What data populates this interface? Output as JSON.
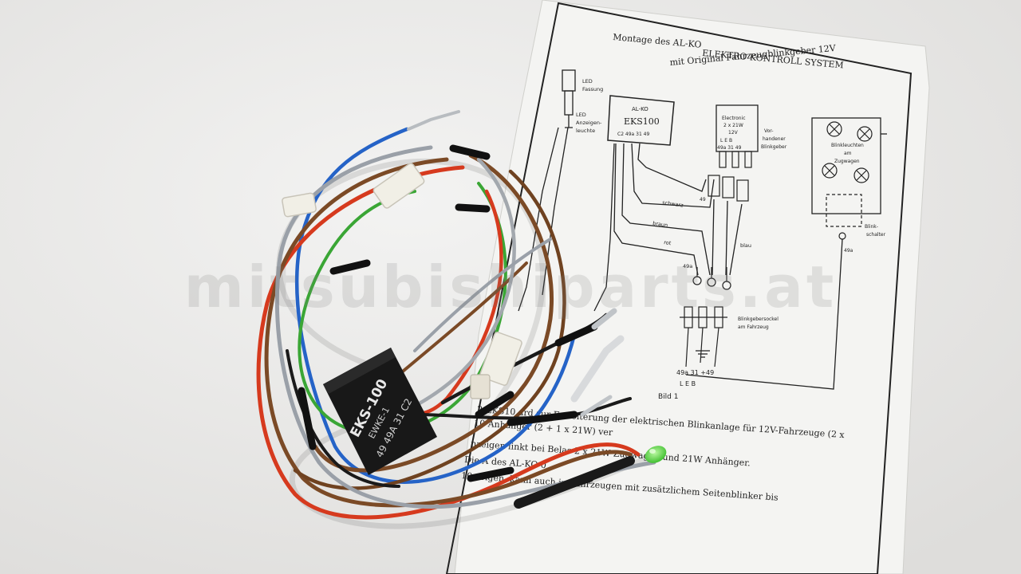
{
  "diagram": {
    "heading_left": "Montage des AL-KO",
    "heading_title": "ELEKTRO KONTROLL SYSTEM",
    "heading_sub": "mit Original Fahrzeugblinkgeber 12V",
    "led_fassung": [
      "LED",
      "Fassung"
    ],
    "led_anzeige": [
      "LED",
      "Anzeigen-",
      "leuchte"
    ],
    "box_brand": "AL-KO",
    "box_model": "EKS100",
    "box_pins": "C2  49a  31  49",
    "electronic": [
      "Electronic",
      "2 x 21W",
      "12V"
    ],
    "electronic_pins": "L    E    B",
    "electronic_pins2": "49a  31  49",
    "vorhandener": [
      "Vor-",
      "handener",
      "Blinkgeber"
    ],
    "blinkleuchten": [
      "Blinkleuchten",
      "am",
      "Zugwagen"
    ],
    "blinkschalter": [
      "Blink-",
      "schalter"
    ],
    "wire_schwarz": "schwarz",
    "wire_braun": "braun",
    "wire_rot": "rot",
    "wire_blau": "blau",
    "pin_49": "49",
    "pin_49a": "49a",
    "pin_49a_right": "49a",
    "sockel": [
      "Blinkgebersockel",
      "am Fahrzeug"
    ],
    "bottom_pins": "49a  31  +49",
    "bottom_letters": "L    E    B",
    "bild": "Bild 1",
    "text_lines": [
      "2    EKS10       ard zur Erweiterung der elektrischen Blinkanlage für 12V-Fahrzeuge (2 x",
      "10    Anhänger  (2 + 1 x 21W) ver",
      "   nzeigen       linkt bei Belas       2 x 21W Zugwagen und 21W Anhänger.",
      "Die A    des AL-KO            0",
      "10     zeigen.                          kann auch in Fahrzeugen mit zusätzlichem Seitenblinker bis"
    ]
  },
  "module": {
    "line1": "EKS-100",
    "line2": "EWKE-1",
    "pins": "49  49A  31  C2"
  },
  "watermark": "mitsubishiparts.at"
}
